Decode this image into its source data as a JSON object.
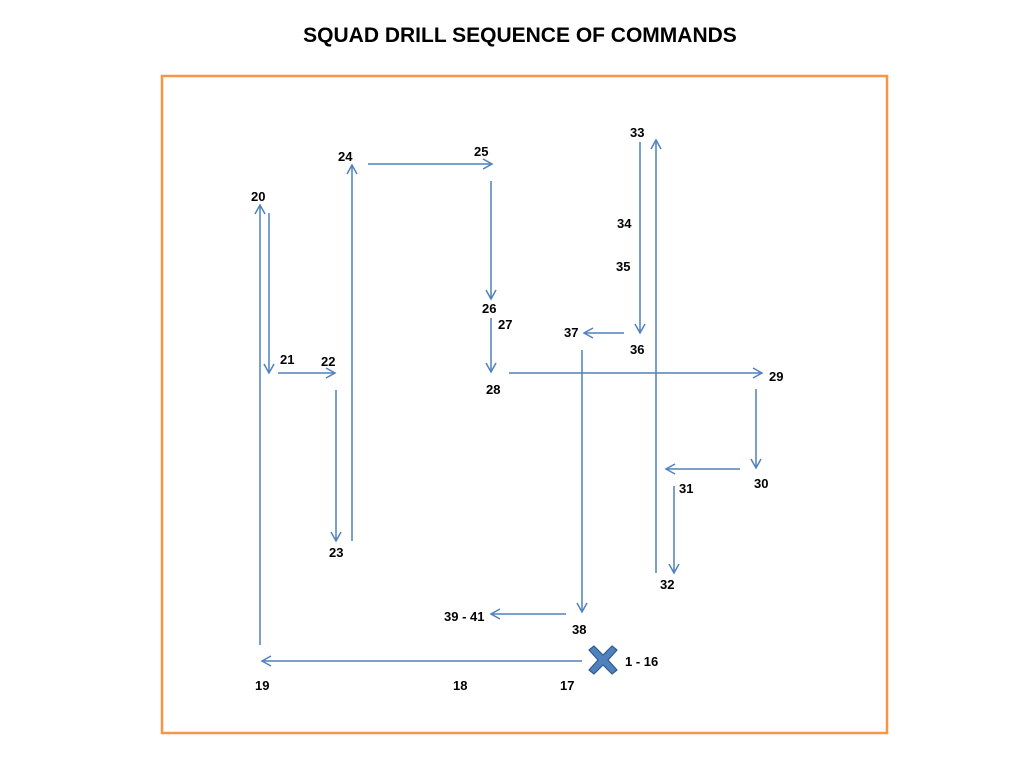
{
  "title": "SQUAD DRILL SEQUENCE OF COMMANDS",
  "colors": {
    "frame": "#f79646",
    "arrows": "#4f81bd",
    "marker": "#4f81bd"
  },
  "start_marker_icon": "x-mark-icon",
  "labels": {
    "l1_16": "1 - 16",
    "l17": "17",
    "l18": "18",
    "l19": "19",
    "l20": "20",
    "l21": "21",
    "l22": "22",
    "l23": "23",
    "l24": "24",
    "l25": "25",
    "l26": "26",
    "l27": "27",
    "l28": "28",
    "l29": "29",
    "l30": "30",
    "l31": "31",
    "l32": "32",
    "l33": "33",
    "l34": "34",
    "l35": "35",
    "l36": "36",
    "l37": "37",
    "l38": "38",
    "l39_41": "39 - 41"
  }
}
